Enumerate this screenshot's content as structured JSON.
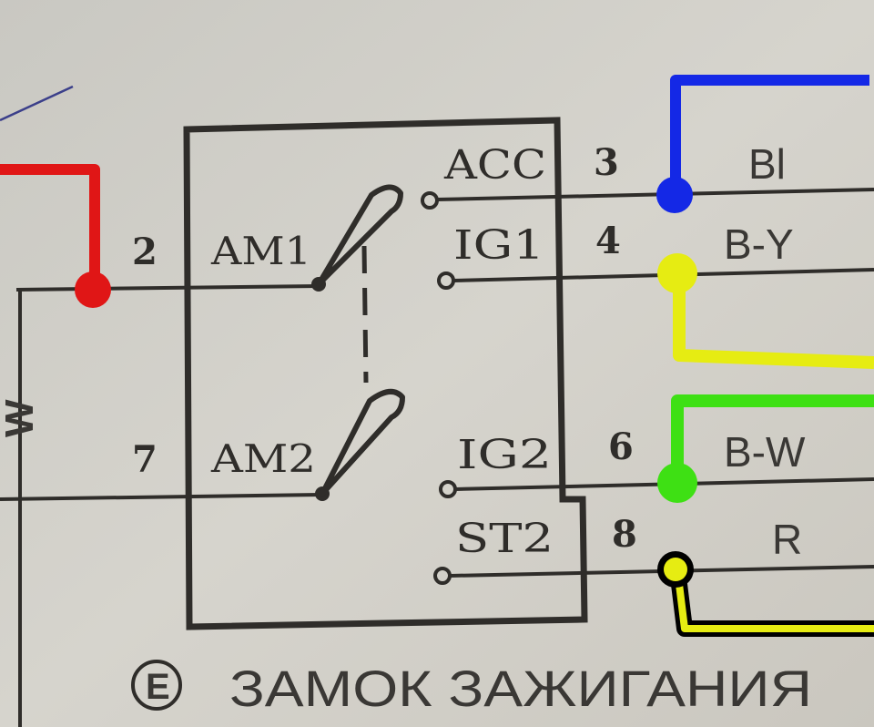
{
  "switch": {
    "left_terminals": [
      {
        "label": "AM1",
        "pin": "2"
      },
      {
        "label": "AM2",
        "pin": "7"
      }
    ],
    "right_terminals": [
      {
        "label": "ACC",
        "pin": "3",
        "wire": "Bl"
      },
      {
        "label": "IG1",
        "pin": "4",
        "wire": "B-Y"
      },
      {
        "label": "IG2",
        "pin": "6",
        "wire": "B-W"
      },
      {
        "label": "ST2",
        "pin": "8",
        "wire": "R"
      }
    ],
    "side_wire_label": "W",
    "caption_letter": "E",
    "caption_text": "ЗАМОК ЗАЖИГАНИЯ"
  },
  "markers": {
    "am1": "#e01616",
    "acc": "#1428e6",
    "ig1": "#e6ec12",
    "ig2": "#3ee014",
    "st2": "#e6ec12",
    "st2_outline": "#000000"
  }
}
